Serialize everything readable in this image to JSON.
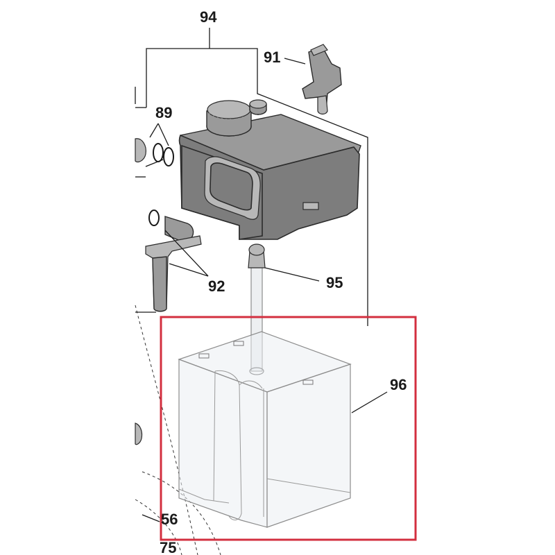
{
  "callouts": {
    "c94": "94",
    "c91": "91",
    "c89": "89",
    "c92": "92",
    "c95": "95",
    "c96": "96",
    "c56": "56",
    "c75": "75"
  },
  "highlight": {
    "color": "#d32f3f"
  }
}
